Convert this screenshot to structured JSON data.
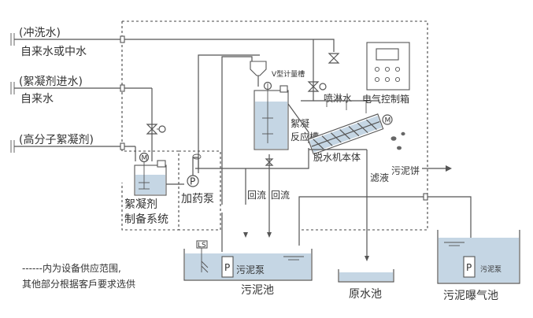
{
  "sources": {
    "flush_paren": "(冲洗水)",
    "flush_sub": "自来水或中水",
    "floc_paren": "(絮凝剂进水)",
    "floc_sub": "自来水",
    "polymer": "(高分子絮凝剂)"
  },
  "labels": {
    "v_weir": "V型计量槽",
    "spray_water": "喷淋水",
    "control_box": "电气控制箱",
    "floc_tank_line1": "絮凝",
    "floc_tank_line2": "反应槽",
    "dewater_body": "脱水机本体",
    "filtrate": "滤液",
    "sludge_cake": "污泥饼",
    "prep_line1": "絮凝剂",
    "prep_line2": "制备系统",
    "dosing_pump": "加药泵",
    "return1": "回流",
    "return2": "回流",
    "sludge_pump": "污泥泵",
    "sludge_tank": "污泥池",
    "raw_tank": "原水池",
    "aer_pump": "污泥泵",
    "aeration_tank": "污泥曝气池",
    "legend_line1": "------内为设备供应范围,",
    "legend_line2": "其他部分根据客戶要求选供"
  },
  "marks": {
    "motor": "M",
    "pump": "P",
    "level_switch": "LS"
  },
  "colors": {
    "water": "#c5d6e4",
    "line": "#555555",
    "text": "#333333"
  }
}
